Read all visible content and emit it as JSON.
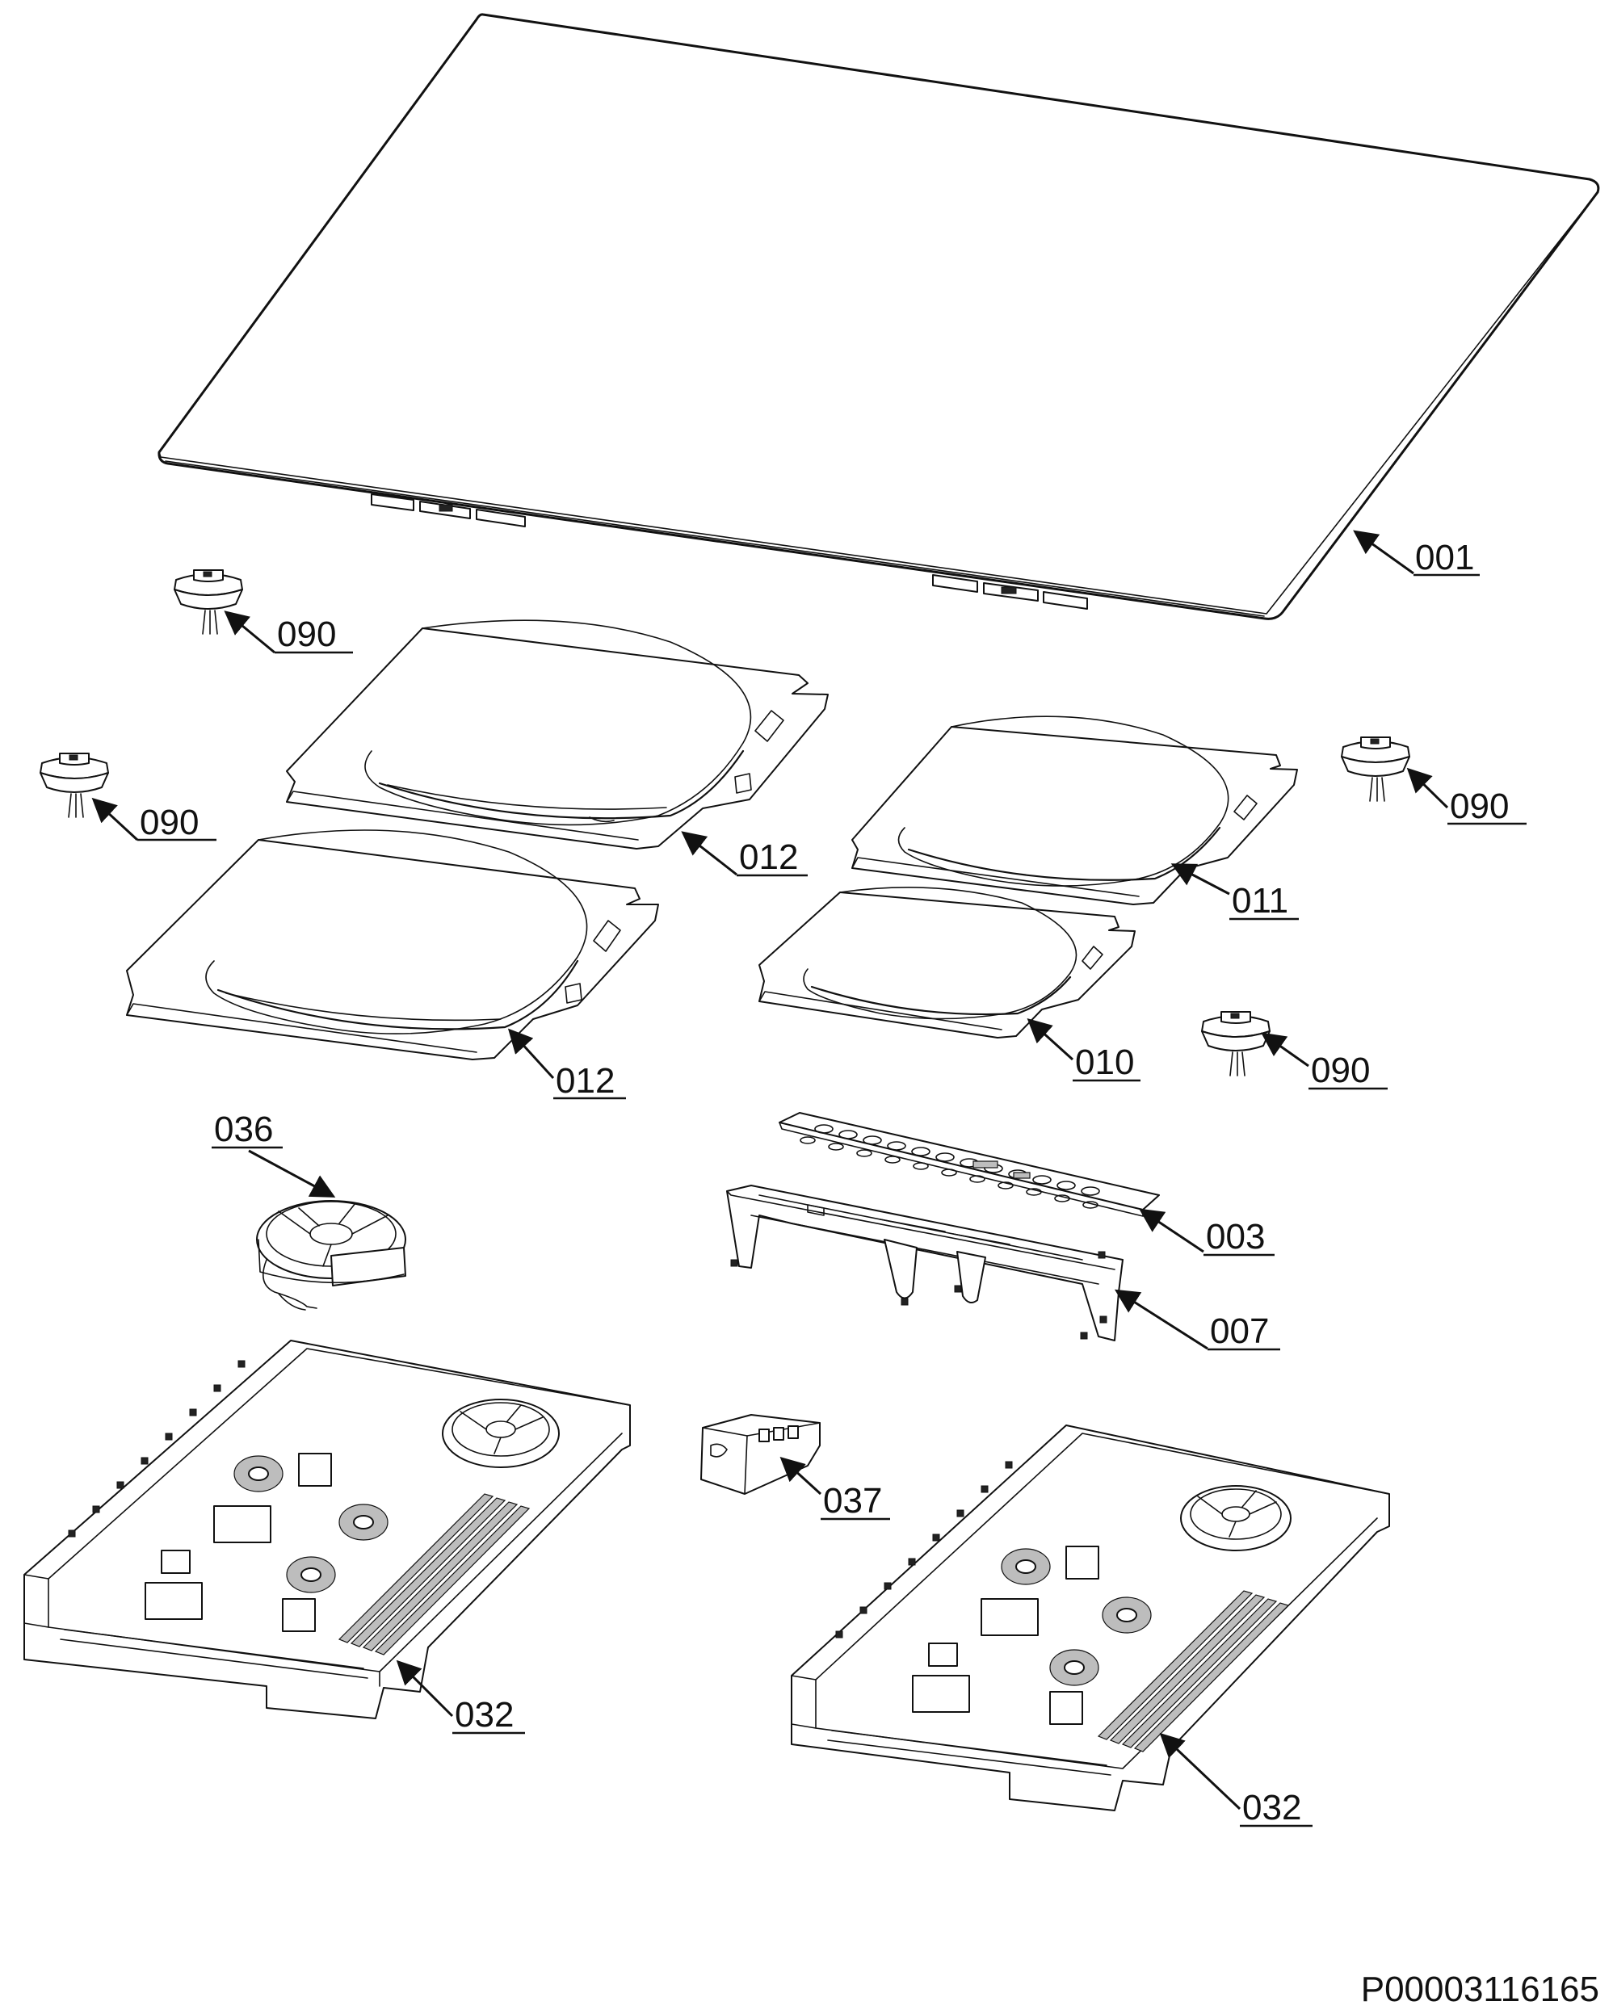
{
  "document_number": "P00003116165",
  "parts": {
    "glass_top": "001",
    "control_board": "003",
    "board_bracket": "007",
    "coil_small": "010",
    "coil_medium": "011",
    "coil_large": "012",
    "power_module": "032",
    "fan": "036",
    "terminal_block": "037",
    "foot": "090"
  }
}
